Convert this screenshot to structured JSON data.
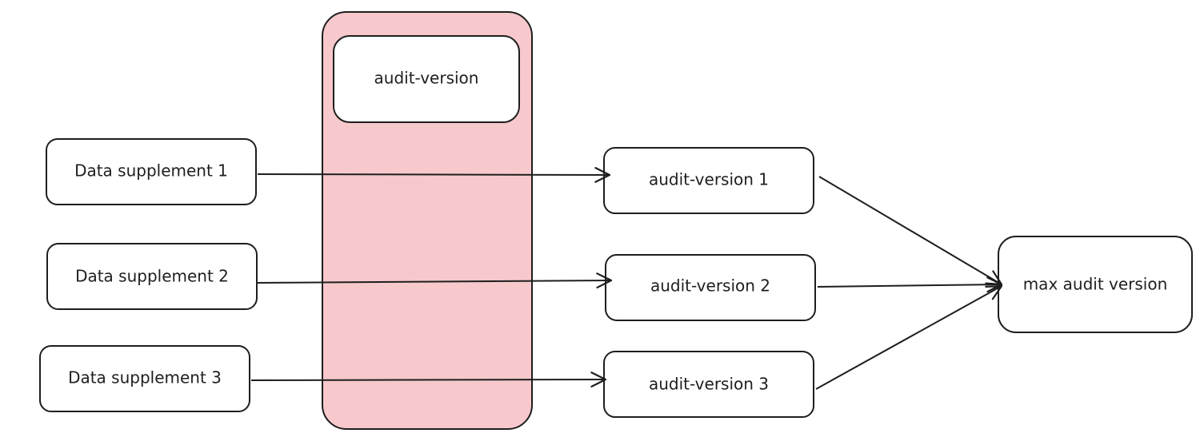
{
  "colors": {
    "stroke": "#1e1e1e",
    "band_fill": "#f7c9cc",
    "box_fill": "#ffffff",
    "background": "#ffffff"
  },
  "band": {
    "label": "audit-version"
  },
  "sources": [
    {
      "label": "Data supplement 1"
    },
    {
      "label": "Data supplement 2"
    },
    {
      "label": "Data supplement 3"
    }
  ],
  "versions": [
    {
      "label": "audit-version 1"
    },
    {
      "label": "audit-version 2"
    },
    {
      "label": "audit-version 3"
    }
  ],
  "result": {
    "label": "max audit version"
  }
}
